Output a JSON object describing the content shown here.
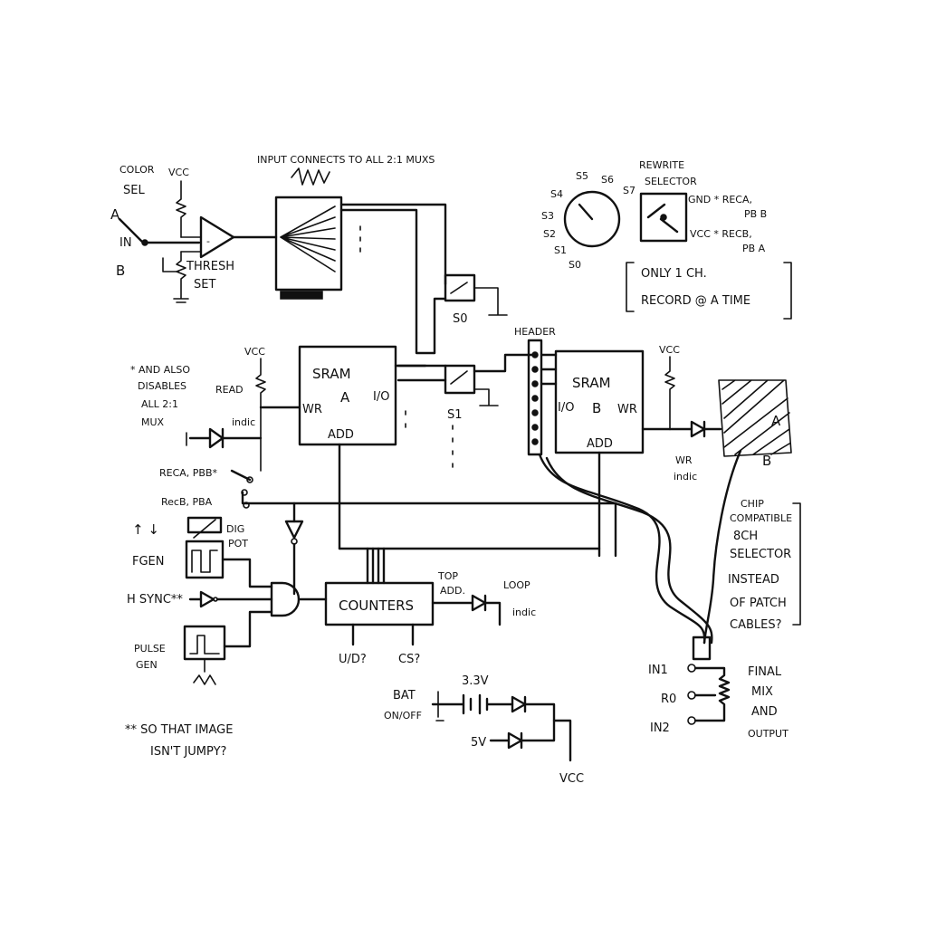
{
  "colors": {
    "ink": "#111111",
    "paper": "#ffffff"
  },
  "input": {
    "color_sel": [
      "COLOR",
      "SEL"
    ],
    "a": "A",
    "in": "IN",
    "b": "B",
    "vcc": "VCC",
    "thresh": [
      "THRESH",
      "SET"
    ]
  },
  "mux_bank": {
    "heading": "INPUT CONNECTS TO ALL 2:1 MUXS"
  },
  "rewrite": {
    "title": [
      "REWRITE",
      "SELECTOR"
    ],
    "dial_labels": [
      "S4",
      "S5",
      "S6",
      "S7",
      "S3",
      "S2",
      "S1",
      "S0"
    ],
    "gnd_line": [
      "GND * RECA,",
      "PB B"
    ],
    "vcc_line": [
      "VCC * RECB,",
      "PB A"
    ],
    "note": [
      "ONLY 1 CH.",
      "RECORD @ A TIME"
    ]
  },
  "sram_a": {
    "name": "SRAM",
    "id": "A",
    "io": "I/O",
    "wr": "WR",
    "add": "ADD"
  },
  "sram_b": {
    "name": "SRAM",
    "id": "B",
    "io": "I/O",
    "wr": "WR",
    "add": "ADD"
  },
  "muxes": {
    "s0": "S0",
    "s1": "S1"
  },
  "header_label": "HEADER",
  "left_notes": {
    "vcc": "VCC",
    "disable_note": [
      "* AND ALSO",
      "DISABLES",
      "ALL 2:1",
      "MUX"
    ],
    "read_indic": [
      "READ",
      "indic"
    ],
    "reca_pbb": "RECA, PBB*",
    "recb_pba": "RecB, PBA",
    "arrows": "↑ ↓",
    "dig_pot": [
      "DIG",
      "POT"
    ],
    "fgen": "FGEN",
    "hsync": "H SYNC**",
    "pulse_gen": [
      "PULSE",
      "GEN"
    ]
  },
  "counters": {
    "label": "COUNTERS",
    "ud": "U/D?",
    "cs": "CS?",
    "top_add": [
      "TOP",
      "ADD."
    ],
    "loop_indic": [
      "LOOP",
      "indic"
    ]
  },
  "power": {
    "bat": [
      "BAT",
      "ON/OFF"
    ],
    "v33": "3.3V",
    "v5": "5V",
    "vcc": "VCC"
  },
  "right_side": {
    "vcc": "VCC",
    "wr_indic": [
      "WR",
      "indic"
    ],
    "chip_note": [
      "CHIP",
      "COMPATIBLE",
      "8CH",
      "SELECTOR",
      "INSTEAD",
      "OF PATCH",
      "CABLES?"
    ],
    "patch_letters": [
      "A",
      "B"
    ],
    "in1": "IN1",
    "ro": "R0",
    "in2": "IN2",
    "final": [
      "FINAL",
      "MIX",
      "AND",
      "OUTPUT"
    ]
  },
  "footnote": [
    "** SO THAT IMAGE",
    "ISN'T JUMPY?"
  ]
}
